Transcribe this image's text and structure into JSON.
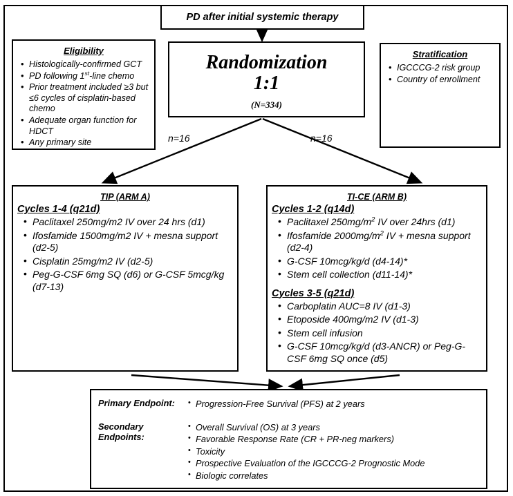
{
  "diagram": {
    "top_box": {
      "text": "PD after initial systemic therapy"
    },
    "eligibility": {
      "title": "Eligibility",
      "items": [
        "Histologically-confirmed GCT",
        "PD following 1st-line chemo",
        "Prior treatment included ≥3 but ≤6 cycles of cisplatin-based chemo",
        "Adequate organ function for HDCT",
        "Any primary site"
      ]
    },
    "stratification": {
      "title": "Stratification",
      "items": [
        "IGCCCG-2 risk group",
        "Country of enrollment"
      ]
    },
    "randomization": {
      "line1": "Randomization",
      "line2": "1:1",
      "line3": "(N=334)"
    },
    "branches": {
      "left_label": "n=16",
      "right_label": "n=16"
    },
    "arm_a": {
      "header": "TIP (ARM A)",
      "cycle_header": "Cycles 1-4 (q21d)",
      "items": [
        "Paclitaxel 250mg/m2 IV over 24 hrs (d1)",
        "Ifosfamide 1500mg/m2 IV + mesna support (d2-5)",
        "Cisplatin 25mg/m2 IV (d2-5)",
        "Peg-G-CSF 6mg SQ (d6) or G-CSF 5mcg/kg (d7-13)"
      ]
    },
    "arm_b": {
      "header": "TI-CE  (ARM B)",
      "cycle_header_1": "Cycles 1-2 (q14d)",
      "items_1": [
        "Paclitaxel 250mg/m2 IV over 24hrs (d1)",
        "Ifosfamide 2000mg/m2 IV + mesna support (d2-4)",
        "G-CSF 10mcg/kg/d (d4-14)*",
        "Stem cell collection (d11-14)*"
      ],
      "cycle_header_2": "Cycles 3-5 (q21d)",
      "items_2": [
        "Carboplatin AUC=8 IV (d1-3)",
        "Etoposide 400mg/m2 IV (d1-3)",
        "Stem cell infusion",
        "G-CSF 10mcg/kg/d (d3-ANCR) or Peg-G-CSF 6mg SQ once (d5)"
      ]
    },
    "endpoints": {
      "primary_label": "Primary Endpoint:",
      "primary_items": [
        "Progression-Free Survival (PFS) at 2 years"
      ],
      "secondary_label": "Secondary Endpoints:",
      "secondary_items": [
        "Overall Survival (OS) at 3 years",
        "Favorable Response Rate (CR + PR-neg markers)",
        "Toxicity",
        "Prospective Evaluation of the IGCCCG-2 Prognostic Mode",
        "Biologic correlates"
      ]
    }
  }
}
